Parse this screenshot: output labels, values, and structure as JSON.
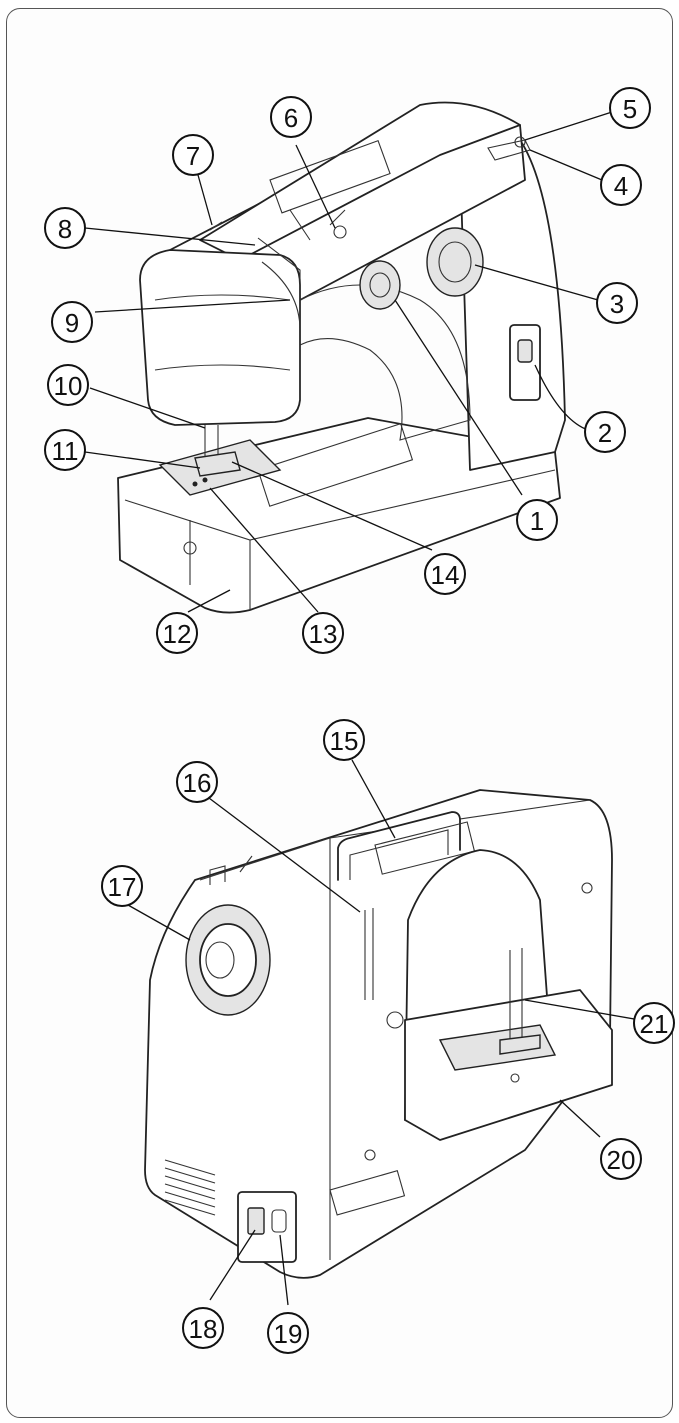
{
  "figures": [
    {
      "id": "front-view",
      "callouts": [
        {
          "n": "1"
        },
        {
          "n": "2"
        },
        {
          "n": "3"
        },
        {
          "n": "4"
        },
        {
          "n": "5"
        },
        {
          "n": "6"
        },
        {
          "n": "7"
        },
        {
          "n": "8"
        },
        {
          "n": "9"
        },
        {
          "n": "10"
        },
        {
          "n": "11"
        },
        {
          "n": "12"
        },
        {
          "n": "13"
        },
        {
          "n": "14"
        }
      ]
    },
    {
      "id": "rear-view",
      "callouts": [
        {
          "n": "15"
        },
        {
          "n": "16"
        },
        {
          "n": "17"
        },
        {
          "n": "18"
        },
        {
          "n": "19"
        },
        {
          "n": "20"
        },
        {
          "n": "21"
        }
      ]
    }
  ],
  "colors": {
    "line": "#111111",
    "shade": "#e4e4e4",
    "background": "#ffffff"
  }
}
